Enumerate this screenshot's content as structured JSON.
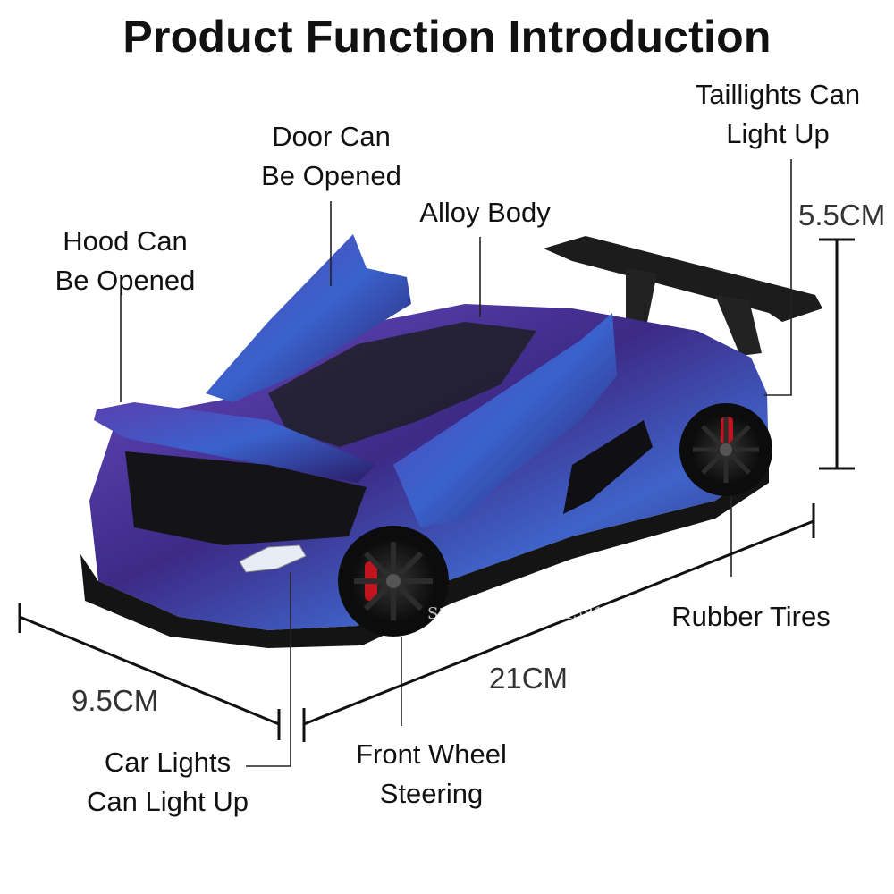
{
  "title": "Product Function Introduction",
  "features": {
    "taillights": "Taillights Can\nLight Up",
    "door": "Door Can\nBe Opened",
    "alloy_body": "Alloy Body",
    "hood": "Hood Can\nBe Opened",
    "rubber_tires": "Rubber Tires",
    "car_lights": "Car Lights\nCan Light Up",
    "front_wheel": "Front Wheel\nSteering"
  },
  "dimensions": {
    "height": "5.5CM",
    "width": "9.5CM",
    "length": "21CM"
  },
  "watermark": "Store ID 1104404581",
  "colors": {
    "body_purple": "#4a2f8f",
    "body_blue": "#3a5fc8",
    "wheel_black": "#1a1a1a",
    "brake_red": "#c0141e",
    "line": "#222222"
  }
}
